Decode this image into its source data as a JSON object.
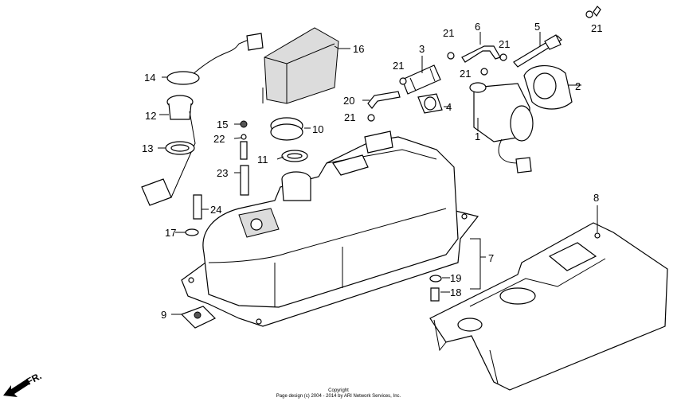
{
  "callouts": [
    "1",
    "2",
    "3",
    "4",
    "5",
    "6",
    "7",
    "8",
    "9",
    "10",
    "11",
    "12",
    "13",
    "14",
    "15",
    "16",
    "17",
    "18",
    "19",
    "20",
    "21",
    "22",
    "23",
    "24"
  ],
  "front_arrow_label": "FR.",
  "copyright": {
    "line1": "Copyright",
    "line2": "Page design (c) 2004 - 2014 by ARI Network Services, Inc."
  }
}
